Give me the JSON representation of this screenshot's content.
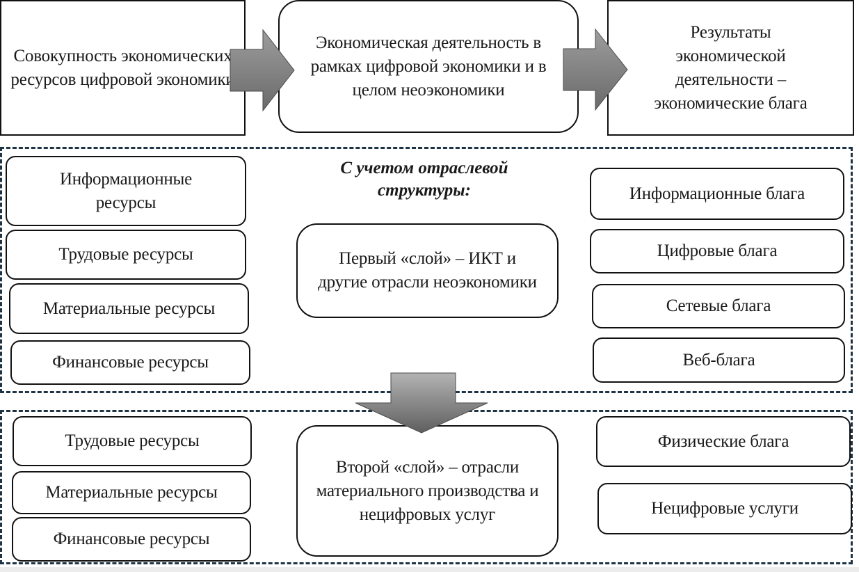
{
  "top_row": {
    "resources_total": "Совокупность экономических ресурсов цифровой экономики",
    "activity": "Экономическая деятельность в рамках цифровой экономики и в целом неоэкономики",
    "results": "Результаты экономической деятельности – экономические блага"
  },
  "layer1": {
    "note": "С учетом отраслевой структуры:",
    "center": "Первый «слой» – ИКТ и другие отрасли неоэкономики",
    "resources": [
      "Информационные ресурсы",
      "Трудовые ресурсы",
      "Материальные ресурсы",
      "Финансовые ресурсы"
    ],
    "goods": [
      "Информационные блага",
      "Цифровые блага",
      "Сетевые блага",
      "Веб-блага"
    ]
  },
  "layer2": {
    "center": "Второй «слой» – отрасли материального производства и нецифровых услуг",
    "resources": [
      "Трудовые ресурсы",
      "Материальные ресурсы",
      "Финансовые ресурсы"
    ],
    "goods": [
      "Физические блага",
      "Нецифровые услуги"
    ]
  },
  "colors": {
    "dash_border": "#1e3343",
    "arrow_fill_light": "#b5b5b5",
    "arrow_fill_dark": "#6e6e6e"
  }
}
